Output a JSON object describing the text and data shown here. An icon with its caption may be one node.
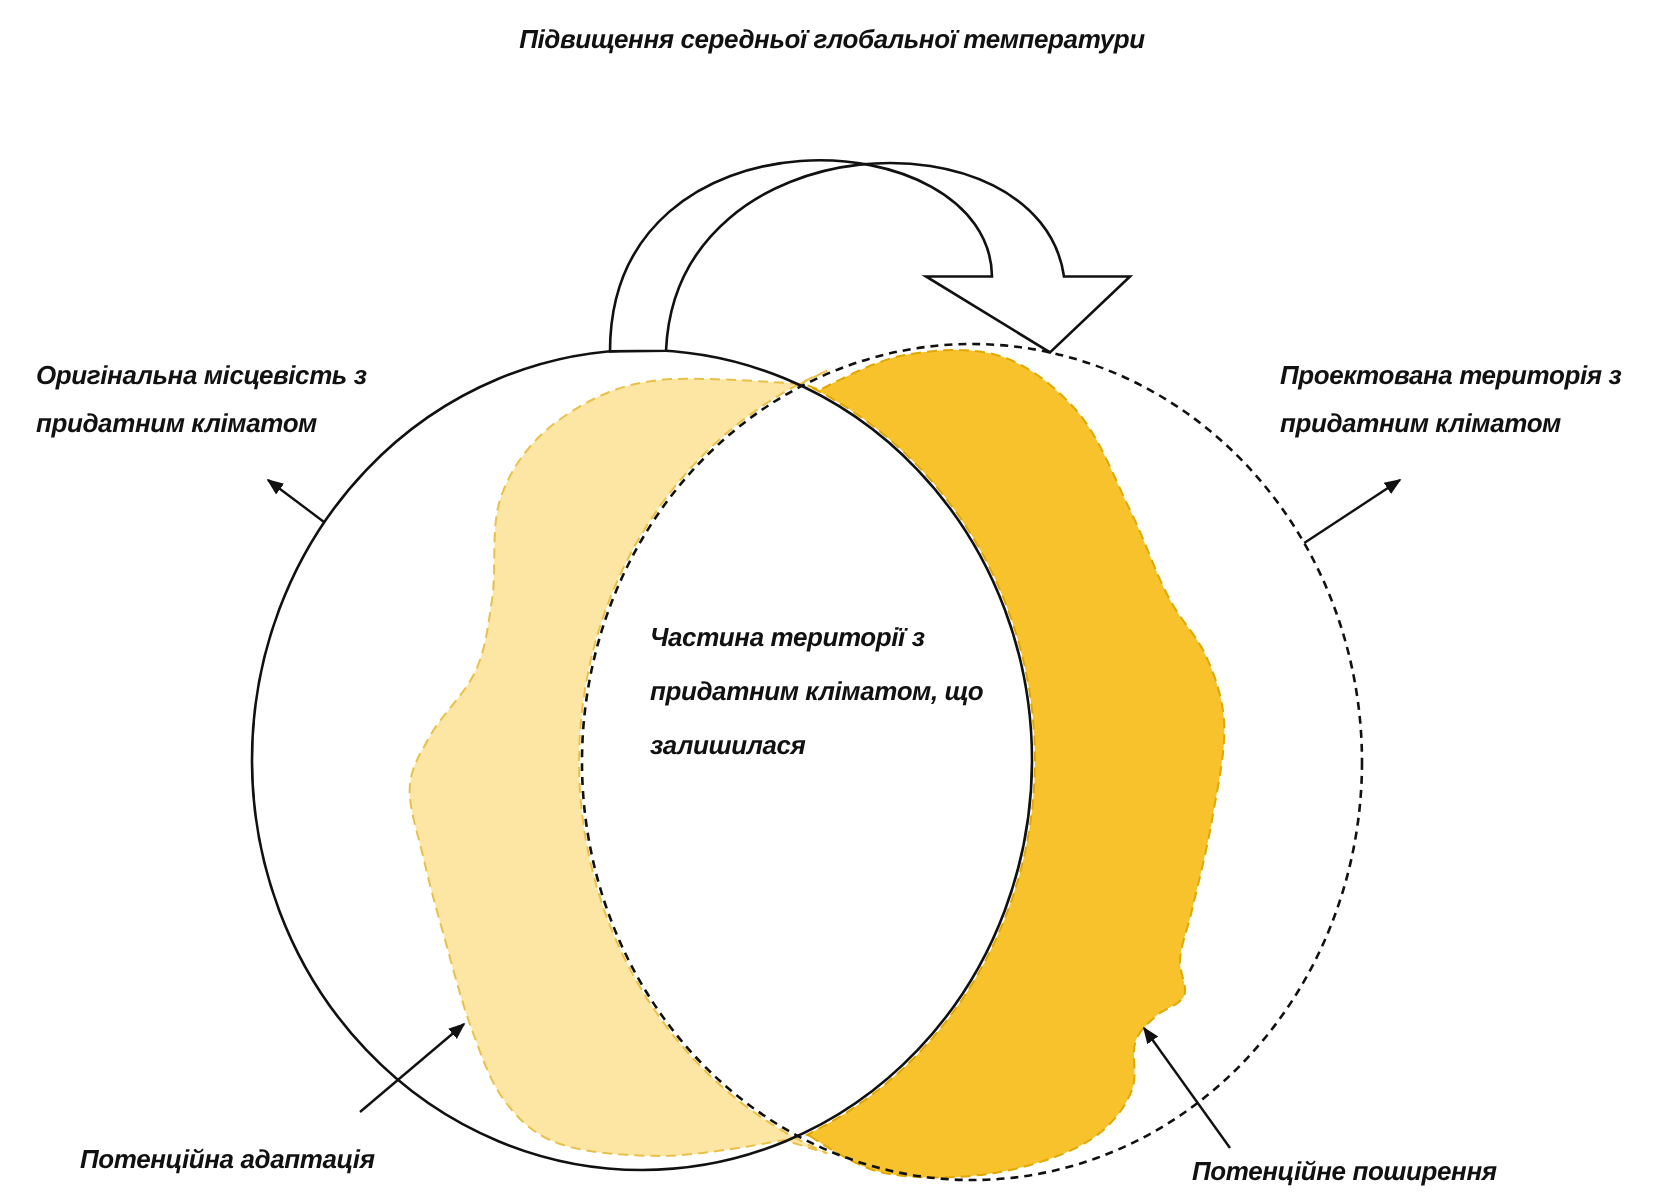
{
  "diagram": {
    "title": "Підвищення середньої глобальної температури",
    "nodes": [
      {
        "text": [
          "Оригінальна місцевість з придатним кліматом"
        ]
      },
      {
        "text": [],
        "shape": "circle"
      },
      {
        "text": [],
        "shape": "circle"
      },
      {
        "text": [
          "Проектована територія з придатним кліматом"
        ]
      },
      {
        "text": [],
        "shape": "blob",
        "in": 1
      },
      {
        "text": [
          "Потенційна адаптація"
        ]
      },
      {
        "text": [],
        "shape": "blob",
        "in": 2
      },
      {
        "text": [
          "Потенційне поширення"
        ]
      }
    ],
    "edges": [
      {
        "from": 1,
        "to": 0,
        "arrow": "to"
      },
      {
        "from": 2,
        "to": 3,
        "arrow": "to"
      },
      {
        "from": 5,
        "to": 4,
        "arrow": "to"
      },
      {
        "from": 7,
        "to": 6,
        "arrow": "to"
      },
      {
        "from": 1,
        "to": 2,
        "arrow": "to",
        "style": "thick"
      }
    ],
    "labels": [
      "Частина території з придатним кліматом, що залишилася"
    ]
  }
}
